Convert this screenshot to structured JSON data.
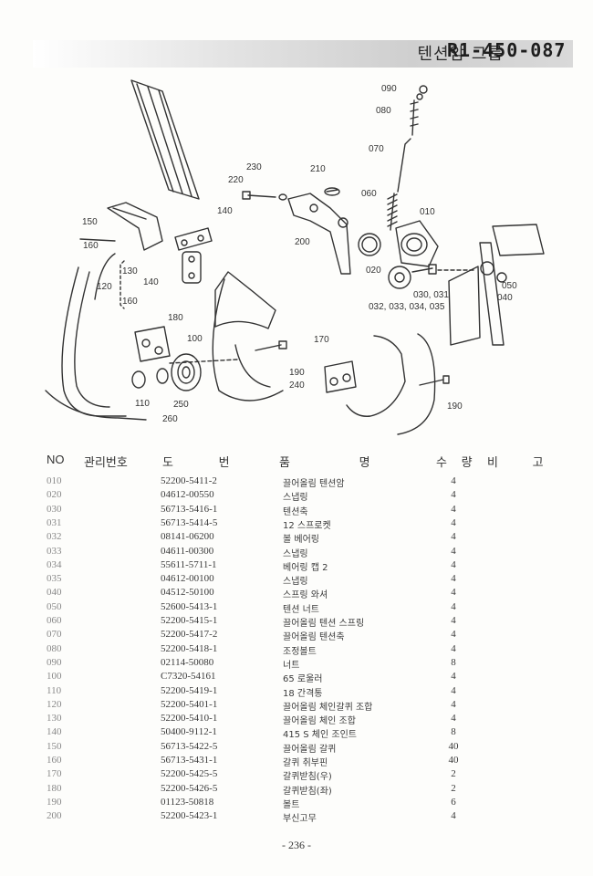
{
  "title": {
    "group": "텐션암 그룹",
    "code": "R1-450-087"
  },
  "callouts": [
    "090",
    "080",
    "070",
    "060",
    "010",
    "230",
    "220",
    "210",
    "200",
    "020",
    "030, 031",
    "032, 033, 034, 035",
    "150",
    "160",
    "140",
    "130",
    "140",
    "120",
    "160",
    "180",
    "100",
    "110",
    "250",
    "260",
    "190",
    "240",
    "170",
    "190",
    "050",
    "040"
  ],
  "table": {
    "headers": {
      "no": "NO",
      "mgmt": "관리번호",
      "draw": "도 번",
      "name": "품 명",
      "qty": "수 량",
      "remark": "비 고"
    },
    "rows": [
      {
        "no": "010",
        "part": "52200-5411-2",
        "name": "끌어올림 텐션암",
        "qty": "4"
      },
      {
        "no": "020",
        "part": "04612-00550",
        "name": "스냅링",
        "qty": "4"
      },
      {
        "no": "030",
        "part": "56713-5416-1",
        "name": "텐션축",
        "qty": "4"
      },
      {
        "no": "031",
        "part": "56713-5414-5",
        "name": "12 스프로켓",
        "qty": "4"
      },
      {
        "no": "032",
        "part": "08141-06200",
        "name": "볼 베어링",
        "qty": "4"
      },
      {
        "no": "033",
        "part": "04611-00300",
        "name": "스냅링",
        "qty": "4"
      },
      {
        "no": "034",
        "part": "55611-5711-1",
        "name": "베어링 캡 2",
        "qty": "4"
      },
      {
        "no": "035",
        "part": "04612-00100",
        "name": "스냅링",
        "qty": "4"
      },
      {
        "no": "040",
        "part": "04512-50100",
        "name": "스프링 와셔",
        "qty": "4"
      },
      {
        "no": "050",
        "part": "52600-5413-1",
        "name": "텐션 너트",
        "qty": "4"
      },
      {
        "no": "060",
        "part": "52200-5415-1",
        "name": "끌어올림 텐션 스프링",
        "qty": "4"
      },
      {
        "no": "070",
        "part": "52200-5417-2",
        "name": "끌어올림 텐션축",
        "qty": "4"
      },
      {
        "no": "080",
        "part": "52200-5418-1",
        "name": "조정볼트",
        "qty": "4"
      },
      {
        "no": "090",
        "part": "02114-50080",
        "name": "너트",
        "qty": "8"
      },
      {
        "no": "100",
        "part": "C7320-54161",
        "name": "65 로울러",
        "qty": "4"
      },
      {
        "no": "110",
        "part": "52200-5419-1",
        "name": "18 간격통",
        "qty": "4"
      },
      {
        "no": "120",
        "part": "52200-5401-1",
        "name": "끌어올림 체인갈퀴 조합",
        "qty": "4"
      },
      {
        "no": "130",
        "part": "52200-5410-1",
        "name": "끌어올림 체인 조합",
        "qty": "4"
      },
      {
        "no": "140",
        "part": "50400-9112-1",
        "name": "415 S 체인 조인트",
        "qty": "8"
      },
      {
        "no": "150",
        "part": "56713-5422-5",
        "name": "끌어올림 갈퀴",
        "qty": "40"
      },
      {
        "no": "160",
        "part": "56713-5431-1",
        "name": "갈퀴 취부핀",
        "qty": "40"
      },
      {
        "no": "170",
        "part": "52200-5425-5",
        "name": "갈퀴받침(우)",
        "qty": "2"
      },
      {
        "no": "180",
        "part": "52200-5426-5",
        "name": "갈퀴받침(좌)",
        "qty": "2"
      },
      {
        "no": "190",
        "part": "01123-50818",
        "name": "볼트",
        "qty": "6"
      },
      {
        "no": "200",
        "part": "52200-5423-1",
        "name": "부신고무",
        "qty": "4"
      }
    ]
  },
  "page_number": "- 236 -"
}
